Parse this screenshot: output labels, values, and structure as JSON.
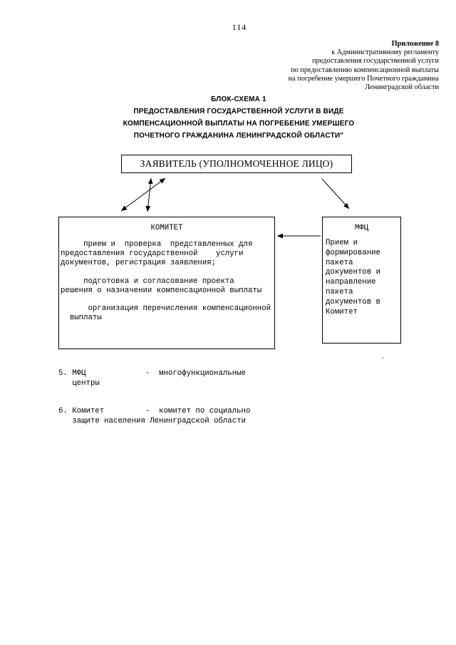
{
  "colors": {
    "paper": "#ffffff",
    "ink": "#000000"
  },
  "page": {
    "number": "114"
  },
  "appendix": {
    "lines": [
      "Приложение 8",
      "к Административному регламенту",
      "предоставления государственной услуги",
      "по предоставлению компенсационной выплаты",
      "на погребение умершего Почетного гражданина",
      "Ленинградской области"
    ]
  },
  "title": {
    "lines": [
      "БЛОК-СХЕМА 1",
      "ПРЕДОСТАВЛЕНИЯ ГОСУДАРСТВЕННОЙ УСЛУГИ В ВИДЕ",
      "КОМПЕНСАЦИОННОЙ ВЫПЛАТЫ НА ПОГРЕБЕНИЕ УМЕРШЕГО",
      "ПОЧЕТНОГО ГРАЖДАНИНА ЛЕНИНГРАДСКОЙ ОБЛАСТИ\""
    ]
  },
  "diagram": {
    "applicant": "ЗАЯВИТЕЛЬ (УПОЛНОМОЧЕННОЕ ЛИЦО)",
    "committee": {
      "title": "КОМИТЕТ",
      "p1": "     прием и  проверка  представленных для\nпредоставления государственной    услуги\nдокументов, регистрация заявления;",
      "p2": "     подготовка и согласование проекта\nрешения о назначении компенсационной выплаты",
      "p3": "      организация перечисления компенсационной\n  выплаты"
    },
    "mfc": {
      "title": "МФЦ",
      "text": "Прием и\nформирование\nпакета\nдокументов и\nнаправление\nпакета\nдокументов в\nКомитет"
    },
    "stray_period": "."
  },
  "footnotes": {
    "item5": "5. МФЦ             -  многофункциональные\n   центры",
    "item6": "6. Комитет         -  комитет по социально\n   защите населения Ленинградской области"
  }
}
